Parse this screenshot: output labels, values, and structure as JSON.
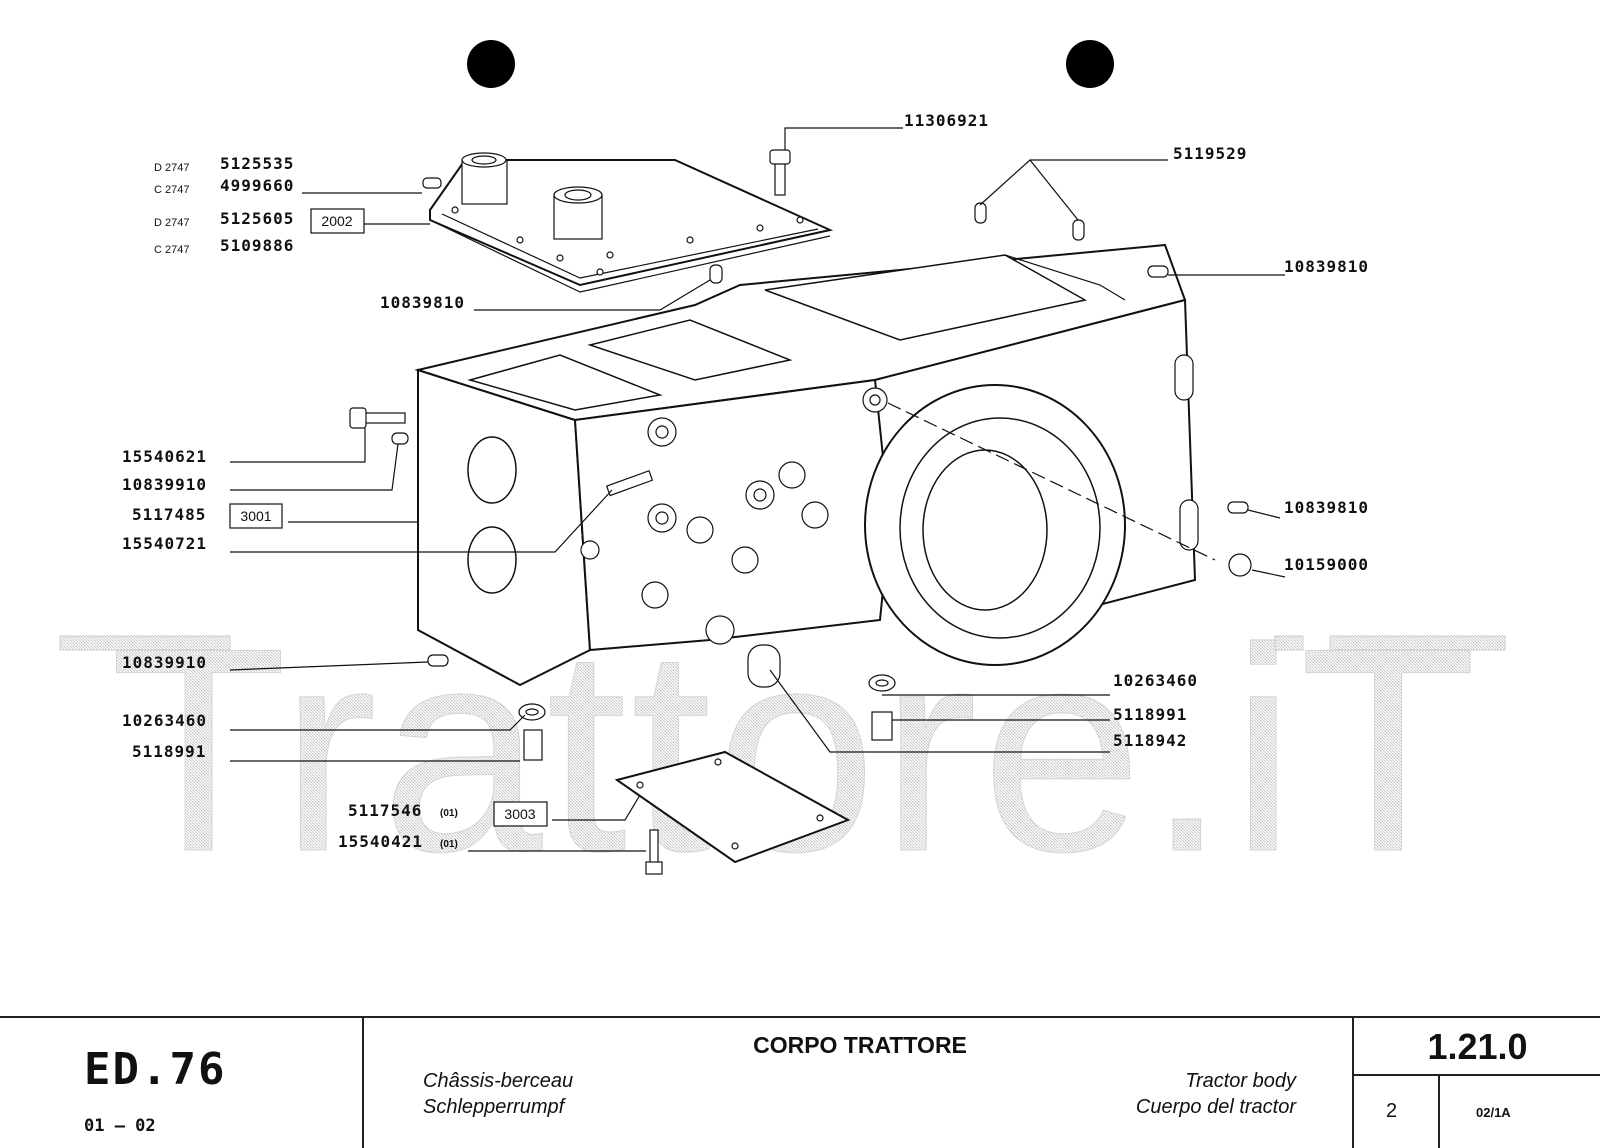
{
  "diagram": {
    "watermark": "Trattore.iT",
    "part_numbers": {
      "p11306921": "11306921",
      "p5119529": "5119529",
      "p10839810_top": "10839810",
      "p10839810_cover": "10839810",
      "p10839810_right": "10839810",
      "p10159000": "10159000",
      "p5125535": "5125535",
      "p4999660": "4999660",
      "p5125605": "5125605",
      "p5109886": "5109886",
      "p15540621": "15540621",
      "p10839910_a": "10839910",
      "p5117485": "5117485",
      "p15540721": "15540721",
      "p10839910_b": "10839910",
      "p10263460_l": "10263460",
      "p5118991_l": "5118991",
      "p10263460_r": "10263460",
      "p5118991_r": "5118991",
      "p5118942": "5118942",
      "p5117546": "5117546",
      "p15540421": "15540421"
    },
    "prefixes": {
      "d1": "D 2747",
      "c1": "C 2747",
      "d2": "D 2747",
      "c2": "C 2747"
    },
    "suffixes": {
      "s5117546": "(01)",
      "s15540421": "(01)"
    },
    "reference_boxes": {
      "r2002": "2002",
      "r3001": "3001",
      "r3003": "3003"
    }
  },
  "title_block": {
    "logo": "ED.76",
    "edition": "01 – 02",
    "title": "CORPO TRATTORE",
    "fr": "Châssis-berceau",
    "de": "Schlepperrumpf",
    "en": "Tractor body",
    "es": "Cuerpo del tractor",
    "code": "1.21.0",
    "page": "2",
    "revision": "02/1A"
  }
}
